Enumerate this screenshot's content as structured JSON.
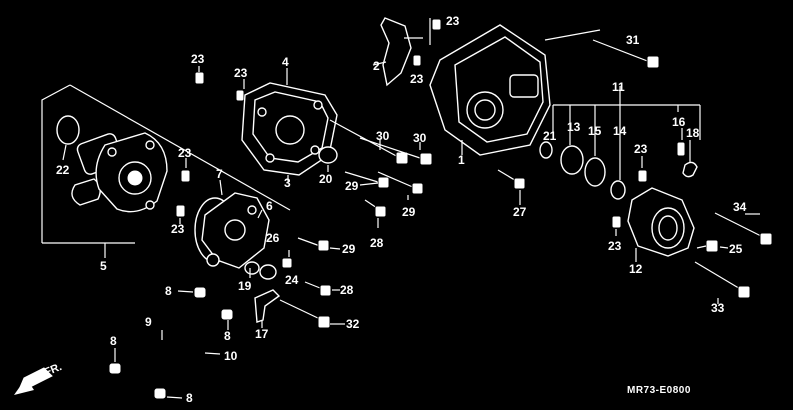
{
  "diagram_code": "MR73-E0800",
  "direction_label": "FR.",
  "callouts": [
    "1",
    "2",
    "3",
    "4",
    "5",
    "6",
    "7",
    "8",
    "9",
    "10",
    "11",
    "12",
    "13",
    "14",
    "15",
    "16",
    "17",
    "18",
    "19",
    "20",
    "21",
    "22",
    "23",
    "24",
    "25",
    "26",
    "27",
    "28",
    "29",
    "30",
    "31",
    "32",
    "33",
    "34"
  ],
  "icons": {
    "front_arrow": "arrow-down-left-icon"
  }
}
